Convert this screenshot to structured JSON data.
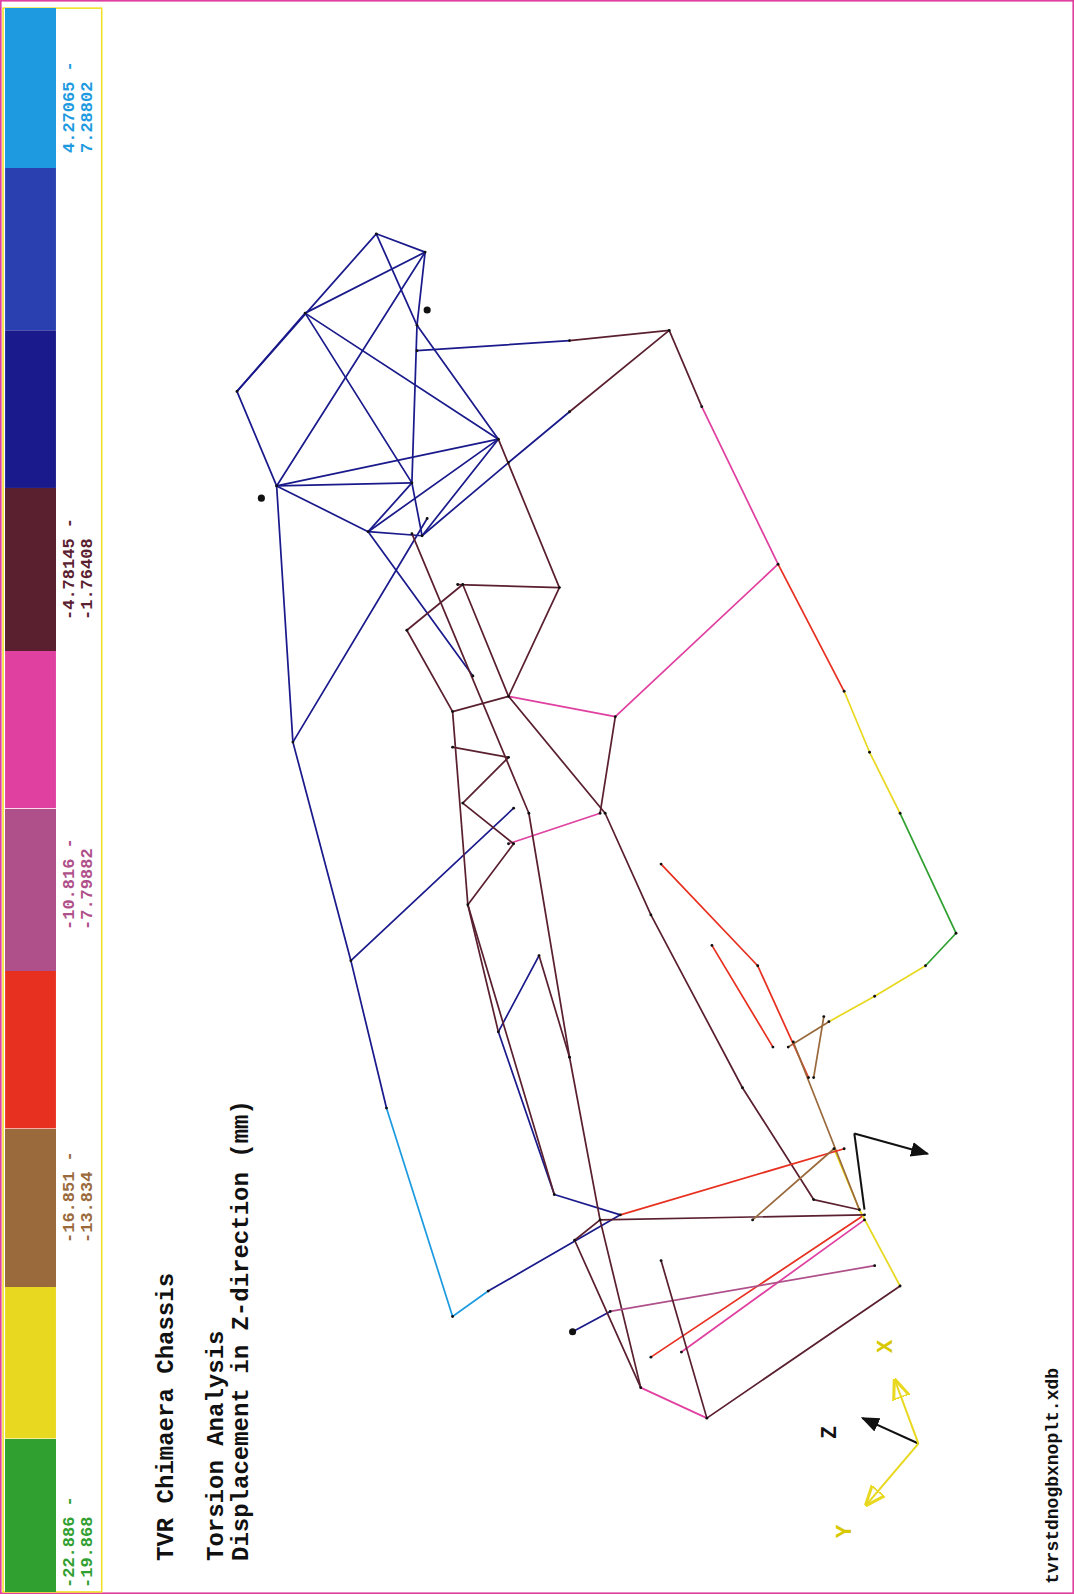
{
  "diagram": {
    "title": "TVR Chimaera Chassis",
    "labels": [
      "Torsion Analysis",
      "Displacement in Z-direction (mm)",
      "Z",
      "X",
      "Y",
      "tvrstdnogbxnoplt.xdb"
    ],
    "legend": [
      {
        "text": "-22.886 - -19.868",
        "color": "#30a030"
      },
      {
        "text": "-16.851 - -13.834",
        "color": "#9a6a3c"
      },
      {
        "text": "-10.816 - -7.79882",
        "color": "#b0508a"
      },
      {
        "text": "-4.78145 - -1.76408",
        "color": "#5a2030"
      },
      {
        "text": "4.27065 - 7.28802",
        "color": "#1e9be0"
      }
    ]
  }
}
